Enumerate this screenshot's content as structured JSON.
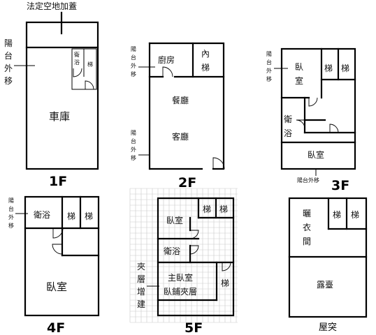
{
  "floors": {
    "f1": {
      "floor_label": "1F",
      "top_note": "法定空地加蓋",
      "side_note": [
        "陽",
        "台",
        "外",
        "移"
      ],
      "garage": "車庫",
      "bath": [
        "衛",
        "浴"
      ],
      "stair": "梯"
    },
    "f2": {
      "floor_label": "2F",
      "side_note_top": [
        "陽",
        "台",
        "外",
        "移"
      ],
      "side_note_bottom": [
        "陽",
        "台",
        "外",
        "移"
      ],
      "kitchen": "廚房",
      "inner_stair": [
        "內",
        "梯"
      ],
      "dining": "餐廳",
      "living": "客廳"
    },
    "f3": {
      "floor_label": "3F",
      "side_note": [
        "陽",
        "台",
        "外",
        "移"
      ],
      "bedroom_top": [
        "臥",
        "室"
      ],
      "stair_a": "梯",
      "stair_b": "梯",
      "bath": [
        "衛",
        "浴"
      ],
      "bedroom_bottom": "臥室",
      "bottom_note": "陽台外移"
    },
    "f4": {
      "floor_label": "4F",
      "side_note": [
        "陽",
        "台",
        "外",
        "移"
      ],
      "bath": "衛浴",
      "stair_a": "梯",
      "stair_b": "梯",
      "bedroom": "臥室"
    },
    "f5": {
      "floor_label": "5F",
      "side_note": [
        "夾",
        "層",
        "增",
        "建"
      ],
      "stair_a": "梯",
      "stair_b": "梯",
      "bedroom": "臥室",
      "bath": "衛浴",
      "master_bedroom": "主臥室",
      "loft_bedroom": "臥鋪夾層",
      "stair_c": "梯"
    },
    "roof": {
      "floor_label": "屋突",
      "drying_room": [
        "曬",
        "衣",
        "間"
      ],
      "stair_a": "梯",
      "stair_b": "梯",
      "terrace": "露臺"
    }
  }
}
